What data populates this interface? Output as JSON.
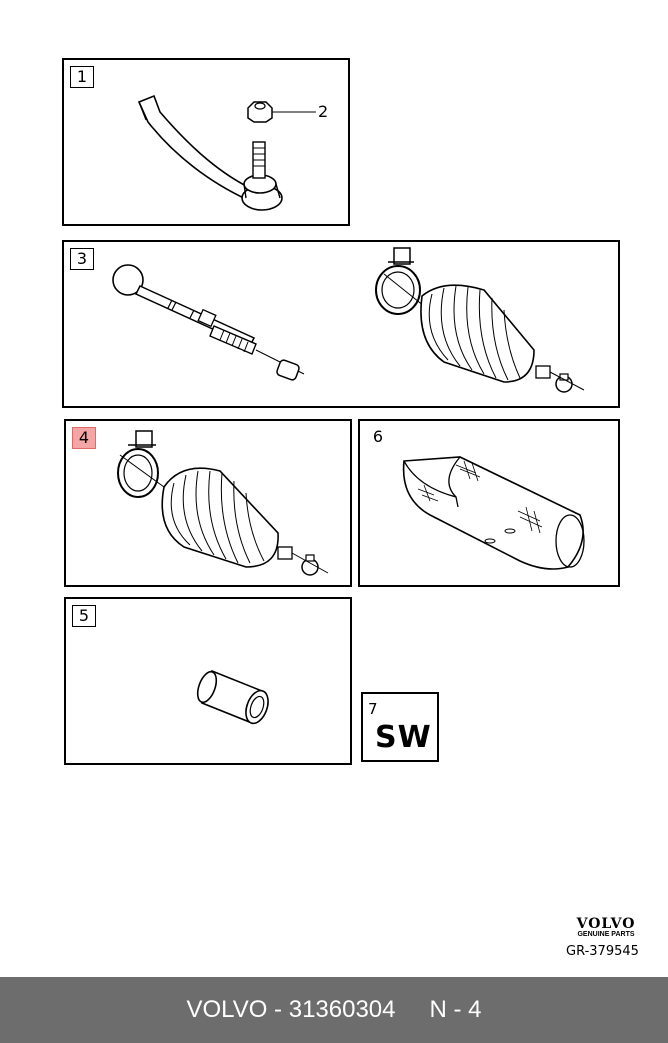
{
  "panels": {
    "p1": {
      "number": "1",
      "callout": "2"
    },
    "p3": {
      "number": "3"
    },
    "p4": {
      "number": "4",
      "highlighted": true,
      "highlight_color": "#f4a6a6"
    },
    "p5": {
      "number": "5"
    },
    "p6": {
      "number": "6"
    },
    "p7": {
      "number": "7",
      "code": "SW"
    }
  },
  "brand": {
    "logo": "VOLVO",
    "subtitle": "GENUINE PARTS",
    "diagram_id": "GR-379545"
  },
  "footer": {
    "part_label": "VOLVO - 31360304",
    "position_label": "N - 4",
    "background": "#6d6d6d"
  }
}
